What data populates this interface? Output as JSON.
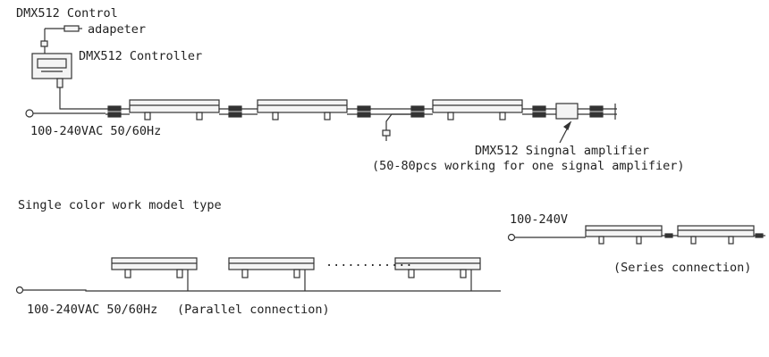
{
  "labels": {
    "dmx_control": "DMX512 Control",
    "adapter": "adapeter",
    "dmx_controller": "DMX512 Controller",
    "power_top": "100-240VAC 50/60Hz",
    "amplifier": "DMX512 Singnal amplifier",
    "amplifier_note": "(50-80pcs working for one signal amplifier)",
    "single_color": "Single color work model type",
    "power_series": "100-240V",
    "series_connection": "(Series connection)",
    "power_parallel": "100-240VAC 50/60Hz",
    "parallel_connection": "(Parallel connection)",
    "dots": "............"
  },
  "colors": {
    "line": "#333333",
    "fixture_fill": "#f4f4f4"
  }
}
